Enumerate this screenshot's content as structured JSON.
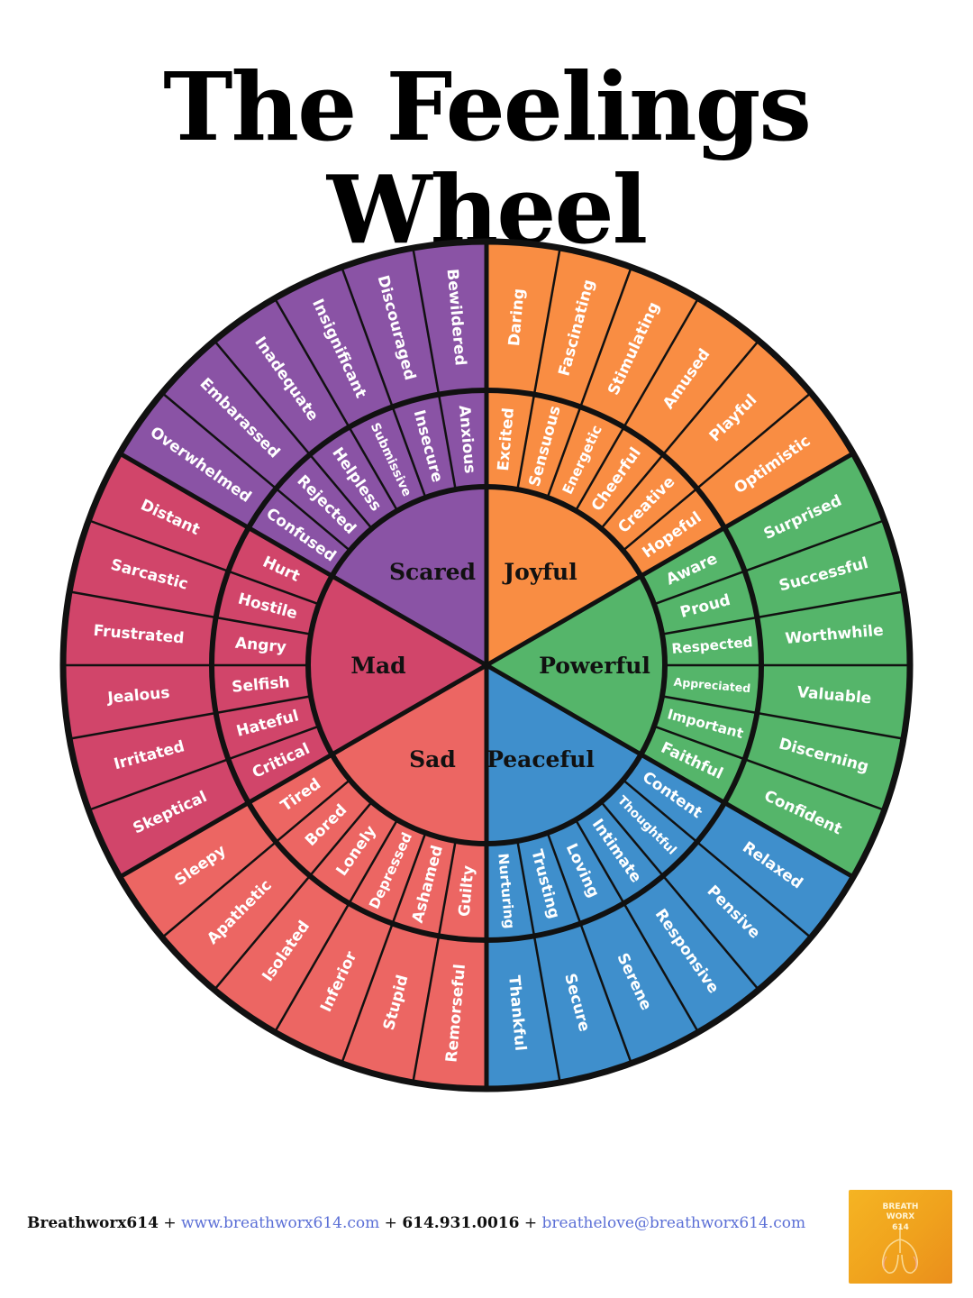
{
  "title": "The Feelings Wheel",
  "colors": {
    "joyful": "#f98d43",
    "powerful": "#55b56a",
    "peaceful": "#3f8fcc",
    "sad": "#ec6663",
    "mad": "#d1456a",
    "scared": "#8a53a5",
    "outline": "#111111"
  },
  "wheel": {
    "sections": [
      {
        "core": "Joyful",
        "color_key": "joyful",
        "middle": [
          "Excited",
          "Sensuous",
          "Energetic",
          "Cheerful",
          "Creative",
          "Hopeful"
        ],
        "outer": [
          "Daring",
          "Fascinating",
          "Stimulating",
          "Amused",
          "Playful",
          "Optimistic"
        ]
      },
      {
        "core": "Powerful",
        "color_key": "powerful",
        "middle": [
          "Aware",
          "Proud",
          "Respected",
          "Appreciated",
          "Important",
          "Faithful"
        ],
        "outer": [
          "Surprised",
          "Successful",
          "Worthwhile",
          "Valuable",
          "Discerning",
          "Confident"
        ]
      },
      {
        "core": "Peaceful",
        "color_key": "peaceful",
        "middle": [
          "Content",
          "Thoughtful",
          "Intimate",
          "Loving",
          "Trusting",
          "Nurturing"
        ],
        "outer": [
          "Relaxed",
          "Pensive",
          "Responsive",
          "Serene",
          "Secure",
          "Thankful"
        ]
      },
      {
        "core": "Sad",
        "color_key": "sad",
        "middle": [
          "Guilty",
          "Ashamed",
          "Depressed",
          "Lonely",
          "Bored",
          "Tired"
        ],
        "outer": [
          "Remorseful",
          "Stupid",
          "Inferior",
          "Isolated",
          "Apathetic",
          "Sleepy"
        ]
      },
      {
        "core": "Mad",
        "color_key": "mad",
        "middle": [
          "Critical",
          "Hateful",
          "Selfish",
          "Angry",
          "Hostile",
          "Hurt"
        ],
        "outer": [
          "Skeptical",
          "Irritated",
          "Jealous",
          "Frustrated",
          "Sarcastic",
          "Distant"
        ]
      },
      {
        "core": "Scared",
        "color_key": "scared",
        "middle": [
          "Confused",
          "Rejected",
          "Helpless",
          "Submissive",
          "Insecure",
          "Anxious"
        ],
        "outer": [
          "Overwhelmed",
          "Embarassed",
          "Inadequate",
          "Insignificant",
          "Discouraged",
          "Bewildered"
        ]
      }
    ]
  },
  "footer": {
    "brand": "Breathworx614",
    "sep1": " + ",
    "website": "www.breathworx614.com",
    "sep2": " + ",
    "phone": "614.931.0016",
    "sep3": " + ",
    "email": "breathelove@breathworx614.com"
  },
  "logo": {
    "text": "BREATH\nWORX\n614"
  }
}
